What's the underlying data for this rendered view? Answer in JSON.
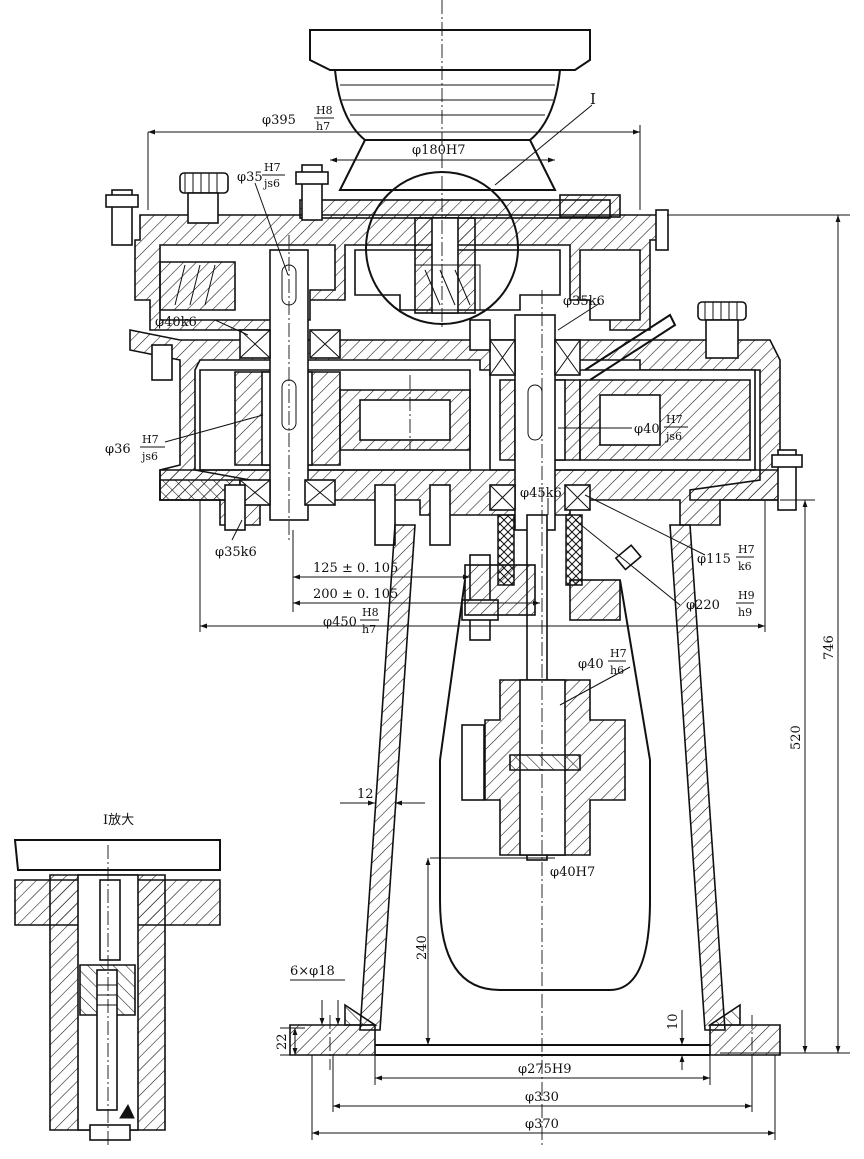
{
  "drawing": {
    "detail_marker": "I",
    "detail_title": "I放大",
    "dimensions": {
      "d395": {
        "prefix": "φ395",
        "num": "H8",
        "den": "h7"
      },
      "d180": "φ180H7",
      "d35a": {
        "prefix": "φ35",
        "num": "H7",
        "den": "js6"
      },
      "d40k6": "φ40k6",
      "d35k6_top": "φ35k6",
      "d36": {
        "prefix": "φ36",
        "num": "H7",
        "den": "js6"
      },
      "d40a": {
        "prefix": "φ40",
        "num": "H7",
        "den": "js6"
      },
      "d45k6": "φ45k6",
      "d35k6_bot": "φ35k6",
      "d115": {
        "prefix": "φ115",
        "num": "H7",
        "den": "k6"
      },
      "d220": {
        "prefix": "φ220",
        "num": "H9",
        "den": "h9"
      },
      "c125": "125 ± 0. 105",
      "c200": "200 ± 0. 105",
      "d450": {
        "prefix": "φ450",
        "num": "H8",
        "den": "h7"
      },
      "d40b": {
        "prefix": "φ40",
        "num": "H7",
        "den": "h6"
      },
      "d40H7": "φ40H7",
      "t12": "12",
      "h240": "240",
      "holes": "6×φ18",
      "t10": "10",
      "t22": "22",
      "d275": "φ275H9",
      "d330": "φ330",
      "d370": "φ370",
      "h520": "520",
      "h746": "746"
    }
  }
}
